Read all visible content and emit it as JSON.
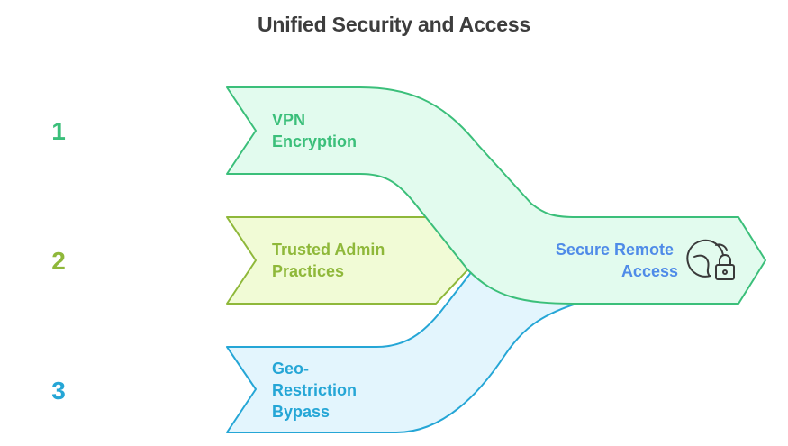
{
  "title": "Unified Security and Access",
  "colors": {
    "green": "#3bbf7a",
    "green_fill": "#e2fbee",
    "lime": "#8fb83a",
    "lime_fill": "#f1fbd6",
    "blue": "#25a6d6",
    "blue_fill": "#e3f5fd",
    "outcome_text": "#4f8be8",
    "icon": "#3a3a3a"
  },
  "inputs": [
    {
      "number": "1",
      "lines": [
        "VPN",
        "Encryption"
      ]
    },
    {
      "number": "2",
      "lines": [
        "Trusted Admin",
        "Practices"
      ]
    },
    {
      "number": "3",
      "lines": [
        "Geo-",
        "Restriction",
        "Bypass"
      ]
    }
  ],
  "outcome": {
    "lines": [
      "Secure Remote",
      "Access"
    ],
    "icon": "globe-lock-icon"
  }
}
